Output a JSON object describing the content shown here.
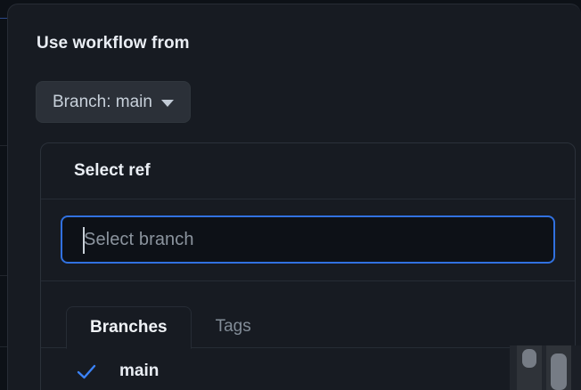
{
  "dialog": {
    "title": "Use workflow from",
    "branch_button": {
      "label": "Branch: main",
      "caret_icon": "chevron-down-icon"
    }
  },
  "ref_picker": {
    "header_title": "Select ref",
    "search": {
      "value": "",
      "placeholder": "Select branch"
    },
    "tabs": [
      {
        "label": "Branches",
        "selected": true
      },
      {
        "label": "Tags",
        "selected": false
      }
    ],
    "items": [
      {
        "name": "main",
        "selected": true,
        "check_icon": "check-icon"
      }
    ]
  },
  "colors": {
    "page_background": "#0d1117",
    "panel_background": "#171b22",
    "button_background": "#2b3038",
    "border": "#2b313a",
    "focus_blue": "#3171e0",
    "accent_blue": "#3b82f6",
    "text_primary": "#e9edf3",
    "text_muted": "#8b949e",
    "scrollbar_thumb": "#767c85"
  }
}
